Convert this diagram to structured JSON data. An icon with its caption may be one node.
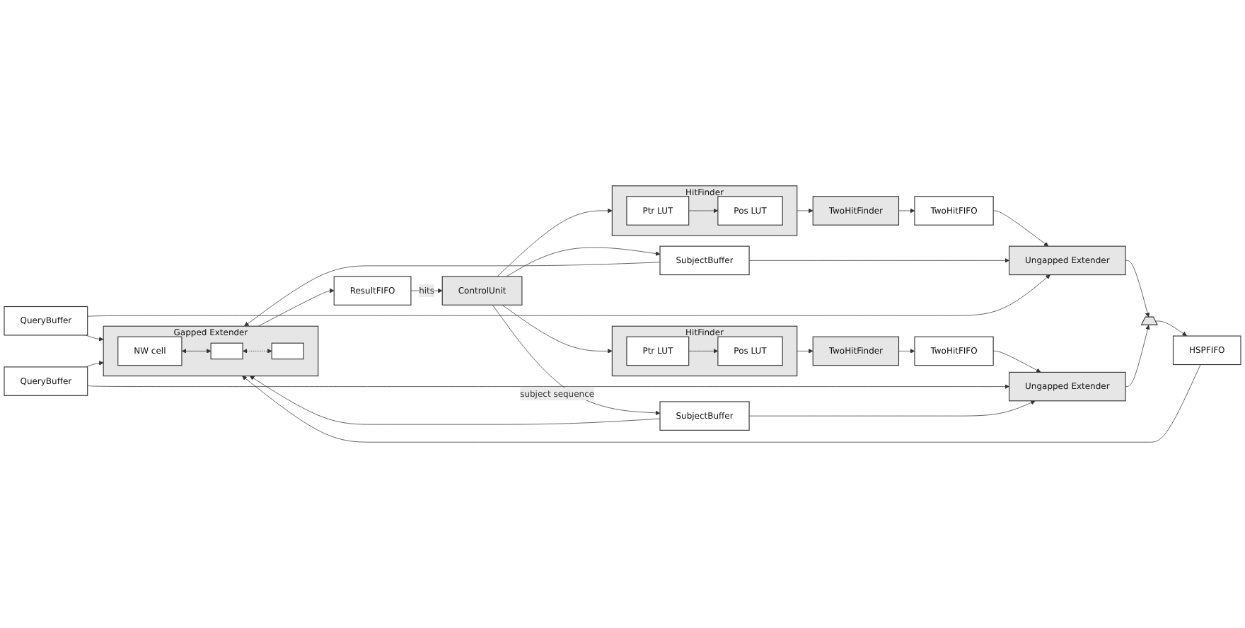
{
  "diagram": {
    "nodes": [
      {
        "text": [
          "SubjectBuffer"
        ]
      },
      {
        "text": [
          "HitFinder"
        ]
      },
      {
        "text": [
          "Ptr LUT"
        ],
        "in": 1
      },
      {
        "text": [
          "Pos LUT"
        ],
        "in": 1
      },
      {
        "text": [
          "TwoHitFinder"
        ]
      },
      {
        "text": [
          "QueryBuffer"
        ]
      },
      {
        "text": [
          "TwoHitFIFO"
        ]
      },
      {
        "text": [
          "Ungapped Extender"
        ]
      },
      {
        "text": [
          "HitFinder"
        ]
      },
      {
        "text": [
          "Ptr LUT"
        ],
        "in": 8
      },
      {
        "text": [
          "Pos LUT"
        ],
        "in": 8
      },
      {
        "text": [
          "TwoHitFinder"
        ]
      },
      {
        "text": [
          "TwoHitFIFO"
        ]
      },
      {
        "text": [
          "Ungapped Extender"
        ]
      },
      {
        "text": [],
        "shape": "trapezoid"
      },
      {
        "text": [
          "HSPFIFO"
        ]
      },
      {
        "text": [
          "Gapped Extender"
        ]
      },
      {
        "text": [
          "NW cell"
        ],
        "in": 16
      },
      {
        "text": [],
        "shape": "box",
        "in": 16
      },
      {
        "text": [],
        "shape": "box",
        "in": 16
      },
      {
        "text": [
          "ResultFIFO"
        ]
      },
      {
        "text": [
          "QueryBuffer"
        ]
      },
      {
        "text": [
          "SubjectBuffer"
        ]
      },
      {
        "text": [
          "ControlUnit"
        ]
      }
    ],
    "edges": [
      {
        "from": 23,
        "to": 0,
        "arrow": "to"
      },
      {
        "from": 23,
        "to": 1,
        "arrow": "to"
      },
      {
        "from": 23,
        "to": 8,
        "arrow": "to"
      },
      {
        "from": 23,
        "to": 22,
        "arrow": "to",
        "label": "subject sequence"
      },
      {
        "from": 2,
        "to": 3,
        "arrow": "to"
      },
      {
        "from": 1,
        "to": 4,
        "arrow": "to"
      },
      {
        "from": 4,
        "to": 6,
        "arrow": "to"
      },
      {
        "from": 6,
        "to": 7,
        "arrow": "to"
      },
      {
        "from": 9,
        "to": 10,
        "arrow": "to"
      },
      {
        "from": 8,
        "to": 11,
        "arrow": "to"
      },
      {
        "from": 11,
        "to": 12,
        "arrow": "to"
      },
      {
        "from": 12,
        "to": 13,
        "arrow": "to"
      },
      {
        "from": 0,
        "to": 7,
        "arrow": "to"
      },
      {
        "from": 0,
        "to": 16,
        "arrow": "to"
      },
      {
        "from": 5,
        "to": 7,
        "arrow": "to"
      },
      {
        "from": 5,
        "to": 16,
        "arrow": "to"
      },
      {
        "from": 21,
        "to": 13,
        "arrow": "to"
      },
      {
        "from": 21,
        "to": 16,
        "arrow": "to"
      },
      {
        "from": 22,
        "to": 13,
        "arrow": "to"
      },
      {
        "from": 22,
        "to": 16,
        "arrow": "to"
      },
      {
        "from": 7,
        "to": 14,
        "arrow": "to"
      },
      {
        "from": 13,
        "to": 14,
        "arrow": "to"
      },
      {
        "from": 14,
        "to": 15,
        "arrow": "to"
      },
      {
        "from": 15,
        "to": 16,
        "arrow": "to"
      },
      {
        "from": 17,
        "to": 18,
        "arrow": "both"
      },
      {
        "from": 18,
        "to": 19,
        "arrow": "both",
        "style": "dashed"
      },
      {
        "from": 16,
        "to": 20,
        "arrow": "to"
      },
      {
        "from": 20,
        "to": 23,
        "arrow": "to",
        "label": "hits"
      }
    ]
  }
}
